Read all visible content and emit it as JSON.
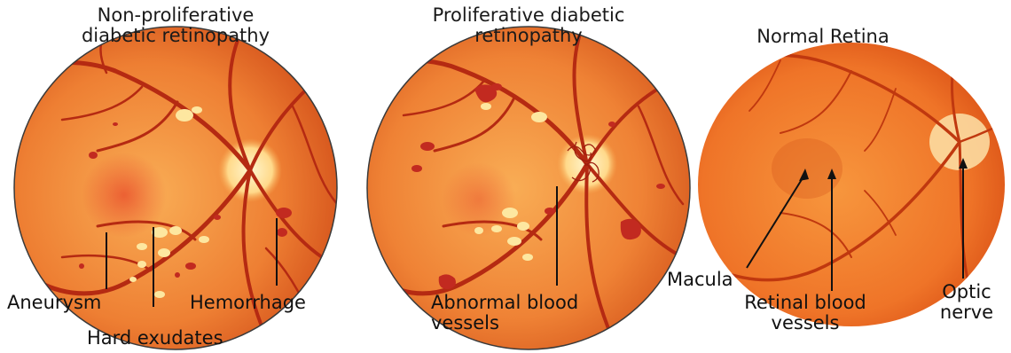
{
  "panels": [
    {
      "title_line1": "Non-proliferative",
      "title_line2": "diabetic retinopathy",
      "labels": {
        "aneurysm": "Aneurysm",
        "hard_exudates": "Hard exudates",
        "hemorrhage": "Hemorrhage"
      }
    },
    {
      "title_line1": "Proliferative diabetic",
      "title_line2": "retinopathy",
      "labels": {
        "abnormal_line1": "Abnormal blood",
        "abnormal_line2": "vessels"
      }
    },
    {
      "title": "Normal Retina",
      "labels": {
        "macula": "Macula",
        "retinal_line1": "Retinal blood",
        "retinal_line2": "vessels",
        "optic_line1": "Optic",
        "optic_line2": "nerve"
      }
    }
  ],
  "colors": {
    "fundus_center": "#f7a04a",
    "fundus_edge": "#d8541a",
    "vessel": "#b52a12",
    "exudate": "#fde7a0",
    "hemorrhage": "#c22a20",
    "outline": "#3a3a3a"
  }
}
